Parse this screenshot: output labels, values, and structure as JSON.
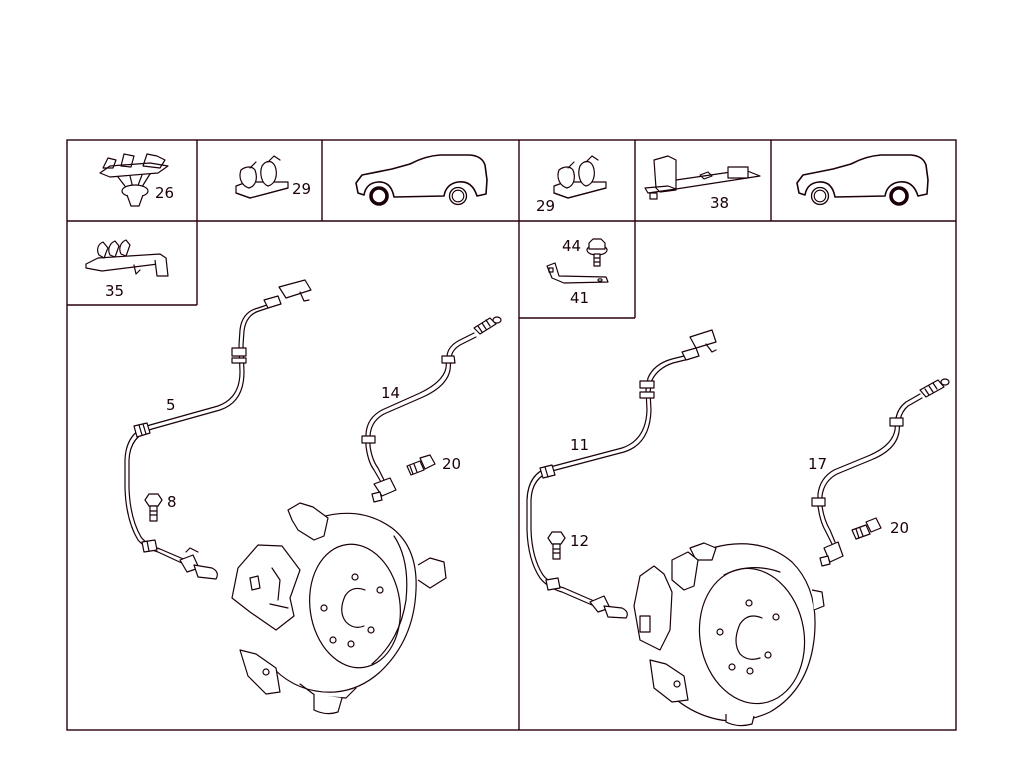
{
  "diagram": {
    "type": "exploded-parts-diagram",
    "subject": "ABS wheel speed sensors and cable clips (front and rear axle)",
    "line_color": "#1a0008",
    "accent_color": "#e0003c",
    "panels": {
      "left": {
        "header_cells": [
          {
            "id": "26",
            "label": "26",
            "part": "cable clip (push-in)"
          },
          {
            "id": "29a",
            "label": "29",
            "part": "double cable clip"
          },
          {
            "id": "car-left",
            "label": "",
            "part": "vehicle silhouette - front wheel highlighted"
          }
        ],
        "sub_cells": [
          {
            "id": "35",
            "label": "35",
            "part": "cable holder bracket"
          }
        ],
        "main_callouts": [
          {
            "id": "5",
            "label": "5",
            "part": "sensor cable, front"
          },
          {
            "id": "14",
            "label": "14",
            "part": "speed sensor, front"
          },
          {
            "id": "20a",
            "label": "20",
            "part": "bolt"
          },
          {
            "id": "8",
            "label": "8",
            "part": "hex bolt"
          }
        ]
      },
      "right": {
        "header_cells": [
          {
            "id": "29b",
            "label": "29",
            "part": "double cable clip"
          },
          {
            "id": "38",
            "label": "38",
            "part": "cable holder"
          },
          {
            "id": "car-right",
            "label": "",
            "part": "vehicle silhouette - rear wheel highlighted"
          }
        ],
        "sub_cells": [
          {
            "id": "44",
            "label": "44",
            "part": "hex flange bolt"
          },
          {
            "id": "41",
            "label": "41",
            "part": "bracket"
          }
        ],
        "main_callouts": [
          {
            "id": "11",
            "label": "11",
            "part": "sensor cable, rear"
          },
          {
            "id": "17",
            "label": "17",
            "part": "speed sensor, rear"
          },
          {
            "id": "20b",
            "label": "20",
            "part": "bolt"
          },
          {
            "id": "12",
            "label": "12",
            "part": "hex bolt"
          }
        ]
      }
    }
  }
}
